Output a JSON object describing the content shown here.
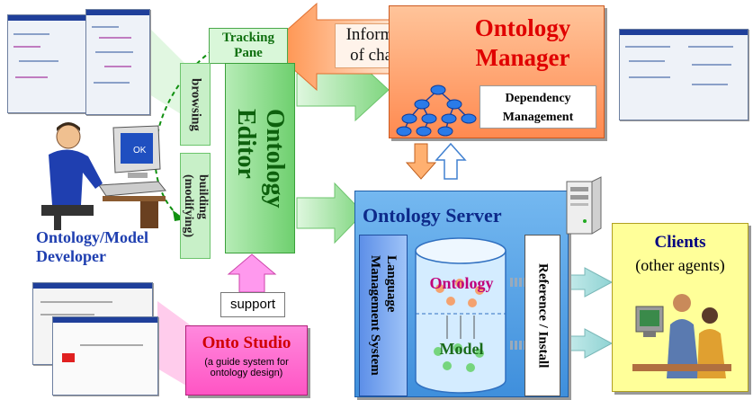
{
  "nodes": {
    "tracking_pane": {
      "line1": "Tracking",
      "line2": "Pane"
    },
    "browsing": "browsing",
    "building": {
      "line1": "building",
      "line2": "(modifying)"
    },
    "ontology_editor": {
      "line1": "Ontology",
      "line2": "Editor"
    },
    "information_of_changes": {
      "line1": "Information",
      "line2": "of changes"
    },
    "ontology_manager": {
      "line1": "Ontology",
      "line2": "Manager"
    },
    "dependency_management": {
      "line1": "Dependency",
      "line2": "Management"
    },
    "ontology_server": "Ontology Server",
    "language_management_system": {
      "line1": "Language",
      "line2": "Management System"
    },
    "ontology": "Ontology",
    "model": "Model",
    "reference_install": "Reference / Install",
    "clients": {
      "title": "Clients",
      "subtitle": "(other agents)"
    },
    "developer": {
      "line1": "Ontology/Model",
      "line2": "Developer"
    },
    "support": "support",
    "onto_studio": {
      "title": "Onto Studio",
      "line1": "(a guide system for",
      "line2": "ontology design)"
    }
  },
  "colors": {
    "editor_green": "#7fd67f",
    "manager_orange": "#ff9a66",
    "server_blue": "#5aa6e8",
    "clients_yellow": "#ffff99",
    "studio_pink": "#ff66cc",
    "title_red": "#e00000",
    "title_blue": "#1f3fb0",
    "ontology_magenta": "#c0007a",
    "model_green": "#1a6b1a"
  },
  "icons": [
    "hierarchy-tree-icon",
    "server-tower-icon",
    "developer-at-computer-icon",
    "clients-people-icon",
    "database-cylinder-icon"
  ]
}
